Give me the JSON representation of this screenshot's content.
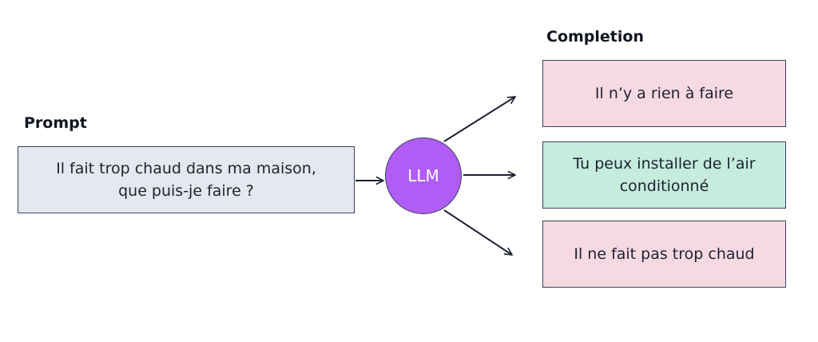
{
  "prompt": {
    "heading": "Prompt",
    "text_line1": "Il fait trop chaud dans ma maison,",
    "text_line2": "que puis-je faire ?"
  },
  "model": {
    "label": "LLM",
    "color": "#b05cf5"
  },
  "completion": {
    "heading": "Completion",
    "options": [
      {
        "line1": "Il n’y a rien à faire",
        "line2": "",
        "color": "#f7d9e1"
      },
      {
        "line1": "Tu peux installer de l’air",
        "line2": "conditionné",
        "color": "#c5ecdc"
      },
      {
        "line1": "Il ne fait pas trop chaud",
        "line2": "",
        "color": "#f7d9e1"
      }
    ]
  }
}
